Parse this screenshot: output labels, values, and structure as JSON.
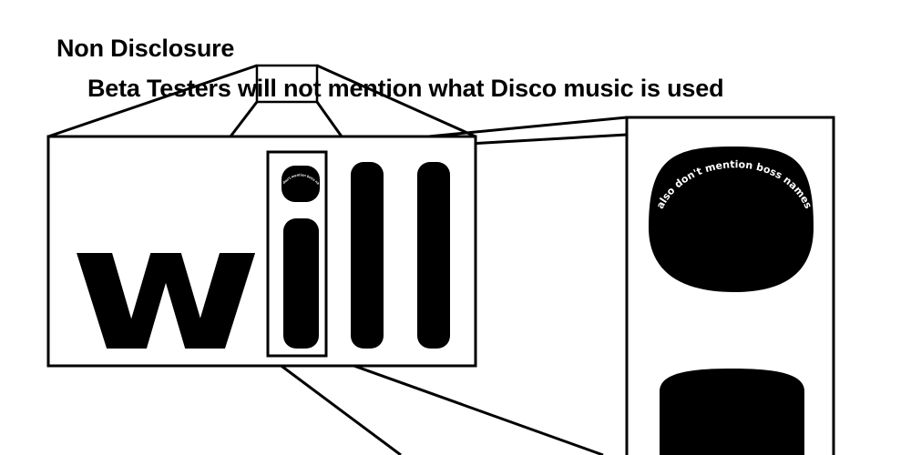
{
  "heading": {
    "title": "Non Disclosure",
    "subtitle": "Beta Testers will not mention what Disco music is used"
  },
  "zoom_1": {
    "word": "will",
    "letters": [
      "w",
      "i",
      "l",
      "l"
    ]
  },
  "zoom_2": {
    "curved_note": "also don't mention boss names"
  },
  "colors": {
    "ink": "#000000",
    "paper": "#ffffff"
  }
}
